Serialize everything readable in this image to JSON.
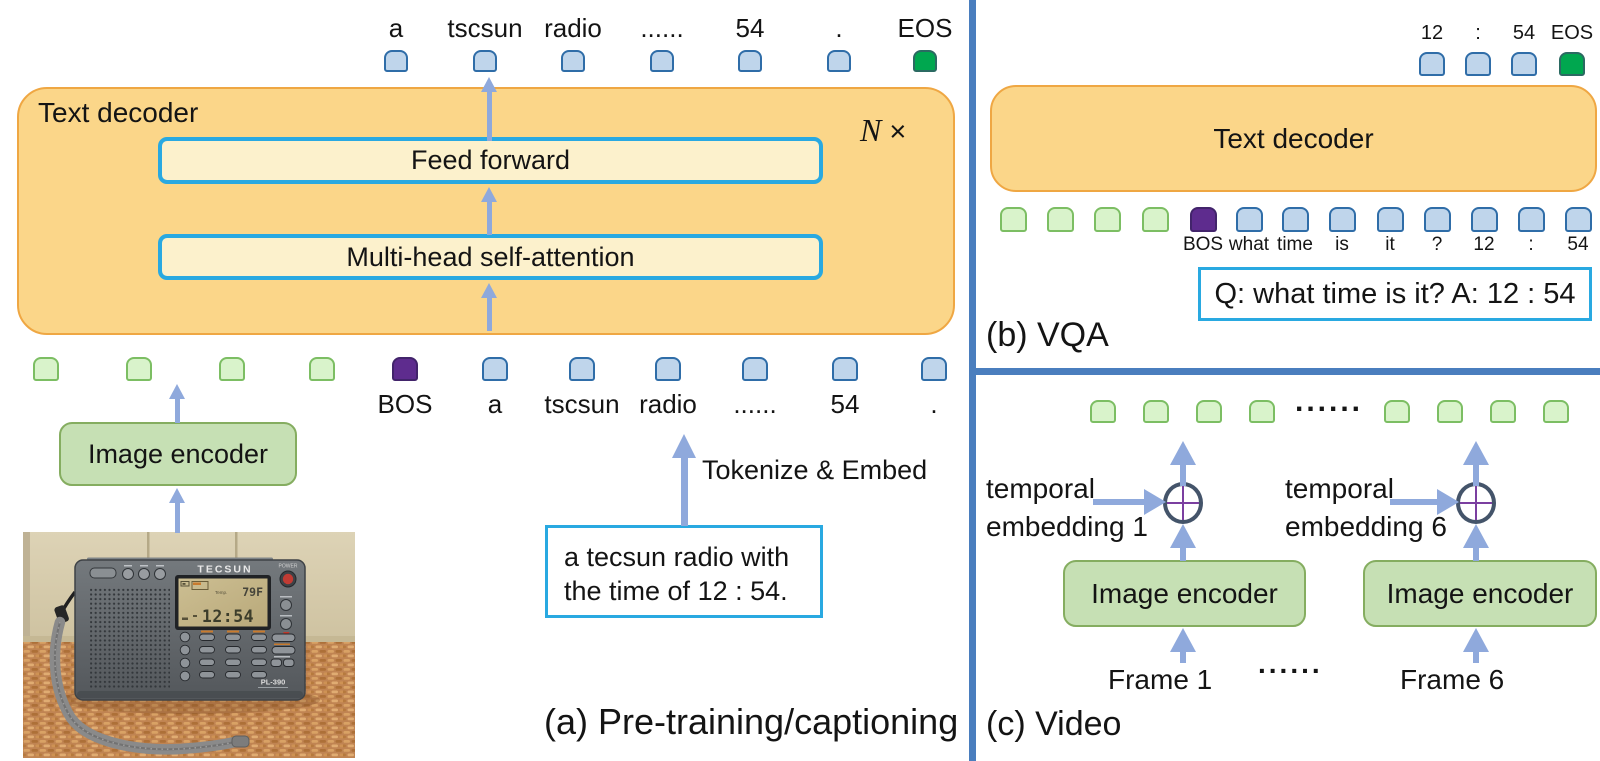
{
  "colors": {
    "token_blue": "#BFD5EB",
    "token_blue_border": "#2F6DA8",
    "token_green": "#D9F3CB",
    "token_green_border": "#7CBE63",
    "token_purple": "#5E2C8E",
    "token_purple_border": "#42246B",
    "token_eos": "#00A74F",
    "token_eos_border": "#2B6A62",
    "decoder_orange": "#FBD689",
    "decoder_orange_border": "#EFA743",
    "inner_cream": "#FCF1CC",
    "cyan_border": "#29A9E1",
    "encoder_green": "#C6E0B4",
    "encoder_green_border": "#85AD60",
    "arrow": "#8FA9DC",
    "divider": "#4A7EBE"
  },
  "panel_a": {
    "decoder_label": "Text decoder",
    "repeat_n": "N",
    "repeat_x": " ×",
    "ff_label": "Feed forward",
    "mha_label": "Multi-head self-attention",
    "encoder_label": "Image encoder",
    "tokenize_label": "Tokenize & Embed",
    "caption_box_line1": "a tecsun radio with",
    "caption_box_line2": "the time of 12 : 54.",
    "caption": "(a) Pre-training/captioning",
    "top_tokens": [
      {
        "type": "blue",
        "label": "a"
      },
      {
        "type": "blue",
        "label": "tscsun"
      },
      {
        "type": "blue",
        "label": "radio"
      },
      {
        "type": "blue",
        "label": "......"
      },
      {
        "type": "blue",
        "label": "54"
      },
      {
        "type": "blue",
        "label": "."
      },
      {
        "type": "eos",
        "label": "EOS"
      }
    ],
    "bottom_tokens": [
      {
        "type": "green"
      },
      {
        "type": "green"
      },
      {
        "type": "green"
      },
      {
        "type": "green"
      },
      {
        "type": "purple",
        "label": "BOS"
      },
      {
        "type": "blue",
        "label": "a"
      },
      {
        "type": "blue",
        "label": "tscsun"
      },
      {
        "type": "blue",
        "label": "radio"
      },
      {
        "type": "blue",
        "label": "......"
      },
      {
        "type": "blue",
        "label": "54"
      },
      {
        "type": "blue",
        "label": "."
      }
    ]
  },
  "panel_b": {
    "decoder_label": "Text decoder",
    "qa_text": "Q: what time is it? A: 12 : 54",
    "caption": "(b) VQA",
    "top_tokens": [
      {
        "type": "blue",
        "label": "12"
      },
      {
        "type": "blue",
        "label": ":"
      },
      {
        "type": "blue",
        "label": "54"
      },
      {
        "type": "eos",
        "label": "EOS"
      }
    ],
    "bottom_tokens": [
      {
        "type": "green"
      },
      {
        "type": "green"
      },
      {
        "type": "green"
      },
      {
        "type": "green"
      },
      {
        "type": "purple",
        "label": "BOS"
      },
      {
        "type": "blue",
        "label": "what"
      },
      {
        "type": "blue",
        "label": "time"
      },
      {
        "type": "blue",
        "label": "is"
      },
      {
        "type": "blue",
        "label": "it"
      },
      {
        "type": "blue",
        "label": "?"
      },
      {
        "type": "blue",
        "label": "12"
      },
      {
        "type": "blue",
        "label": ":"
      },
      {
        "type": "blue",
        "label": "54"
      }
    ]
  },
  "panel_c": {
    "tokens": [
      {
        "type": "green"
      },
      {
        "type": "green"
      },
      {
        "type": "green"
      },
      {
        "type": "green"
      },
      {
        "type": "green"
      },
      {
        "type": "green"
      },
      {
        "type": "green"
      },
      {
        "type": "green"
      }
    ],
    "row_dots": "......",
    "temporal1_line1": "temporal",
    "temporal1_line2": "embedding 1",
    "temporal2_line1": "temporal",
    "temporal2_line2": "embedding 6",
    "encoder1_label": "Image encoder",
    "encoder2_label": "Image encoder",
    "frame1_label": "Frame 1",
    "frame_dots": "......",
    "frame6_label": "Frame 6",
    "caption": "(c) Video"
  },
  "photo": {
    "brand": "TECSUN",
    "model": "PL-390",
    "power_label": "POWER",
    "display_time": "12:54",
    "display_temp": "79F",
    "temp_caption": "Temp."
  }
}
